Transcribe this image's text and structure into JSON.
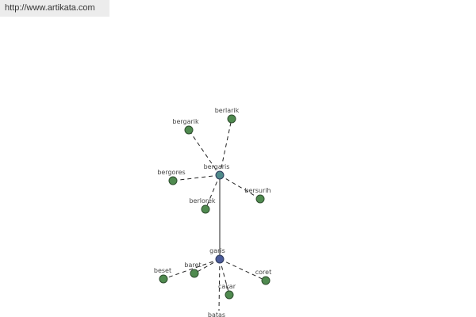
{
  "url": "http://www.artikata.com",
  "colors": {
    "leaf": "#4f8a4f",
    "hub_bergaris": "#4f8a8a",
    "hub_garis": "#4a5a99"
  },
  "nodes": {
    "bergaris": "bergaris",
    "garis": "garis",
    "bergarik": "bergarik",
    "berlarik": "berlarik",
    "bergores": "bergores",
    "berlorek": "berlorek",
    "bersurih": "bersurih",
    "beset": "beset",
    "baret": "baret",
    "cakar": "cakar",
    "coret": "coret",
    "batas": "batas"
  },
  "edges": [
    {
      "from": "bergaris",
      "to": "bergarik",
      "style": "dashed"
    },
    {
      "from": "bergaris",
      "to": "berlarik",
      "style": "dashed"
    },
    {
      "from": "bergaris",
      "to": "bergores",
      "style": "dashed"
    },
    {
      "from": "bergaris",
      "to": "berlorek",
      "style": "dashed"
    },
    {
      "from": "bergaris",
      "to": "bersurih",
      "style": "dashed"
    },
    {
      "from": "bergaris",
      "to": "garis",
      "style": "solid"
    },
    {
      "from": "garis",
      "to": "beset",
      "style": "dashed"
    },
    {
      "from": "garis",
      "to": "baret",
      "style": "dashed"
    },
    {
      "from": "garis",
      "to": "cakar",
      "style": "dashed"
    },
    {
      "from": "garis",
      "to": "coret",
      "style": "dashed"
    },
    {
      "from": "garis",
      "to": "batas",
      "style": "dashed"
    }
  ]
}
